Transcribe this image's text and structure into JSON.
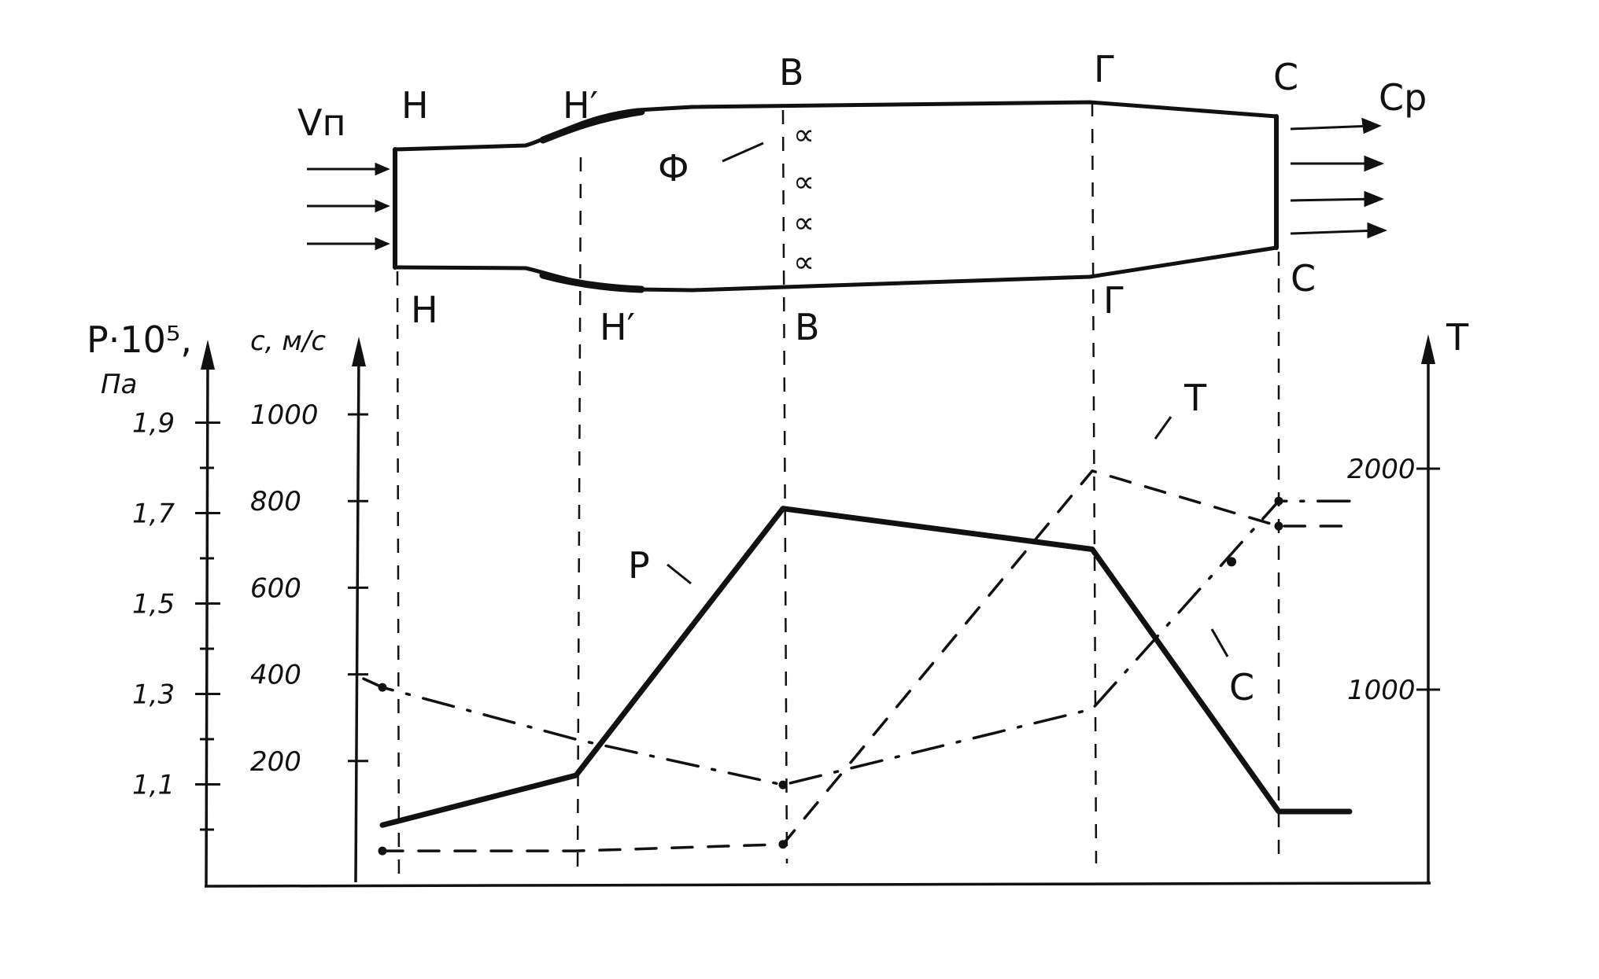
{
  "engine": {
    "inlet_label": "Vп",
    "exit_label": "Cр",
    "flame_holder_label": "Ф",
    "injector_symbol": "∝",
    "station_labels_top": [
      "Н",
      "Н′",
      "В",
      "Г",
      "С"
    ],
    "station_labels_bottom": [
      "Н",
      "Н′",
      "В",
      "Г",
      "С"
    ]
  },
  "axes": {
    "pressure_label_line1": "P·10⁵,",
    "pressure_label_line2": "Па",
    "velocity_label": "c, м/с",
    "temperature_label": "T"
  },
  "chart_data": {
    "type": "line",
    "categories": [
      "Н",
      "Н′",
      "В",
      "Г",
      "С"
    ],
    "pressure_ticks": [
      "1,9",
      "1,7",
      "1,5",
      "1,3",
      "1,1"
    ],
    "velocity_ticks": [
      "1000",
      "800",
      "600",
      "400",
      "200"
    ],
    "temperature_ticks": [
      "2000",
      "1000"
    ],
    "series": [
      {
        "name": "P",
        "axis": "pressure",
        "style": "solid",
        "x": [
          "Н",
          "Н′",
          "В",
          "Г",
          "С",
          "С+"
        ],
        "values": [
          1.01,
          1.12,
          1.71,
          1.62,
          1.04,
          1.04
        ]
      },
      {
        "name": "T",
        "axis": "temperature",
        "style": "dashed",
        "x": [
          "Н",
          "Н′",
          "В",
          "Г",
          "С",
          "С+"
        ],
        "values": [
          270,
          270,
          300,
          1990,
          1740,
          1740
        ]
      },
      {
        "name": "C",
        "axis": "velocity",
        "style": "dash-dot",
        "x": [
          "Н-",
          "Н",
          "Н′",
          "В",
          "Г",
          "С",
          "С+"
        ],
        "values": [
          390,
          370,
          250,
          145,
          320,
          800,
          800
        ]
      }
    ],
    "series_labels": [
      "P",
      "T",
      "C"
    ],
    "colors": {
      "ink": "#111111",
      "background": "#ffffff"
    }
  }
}
